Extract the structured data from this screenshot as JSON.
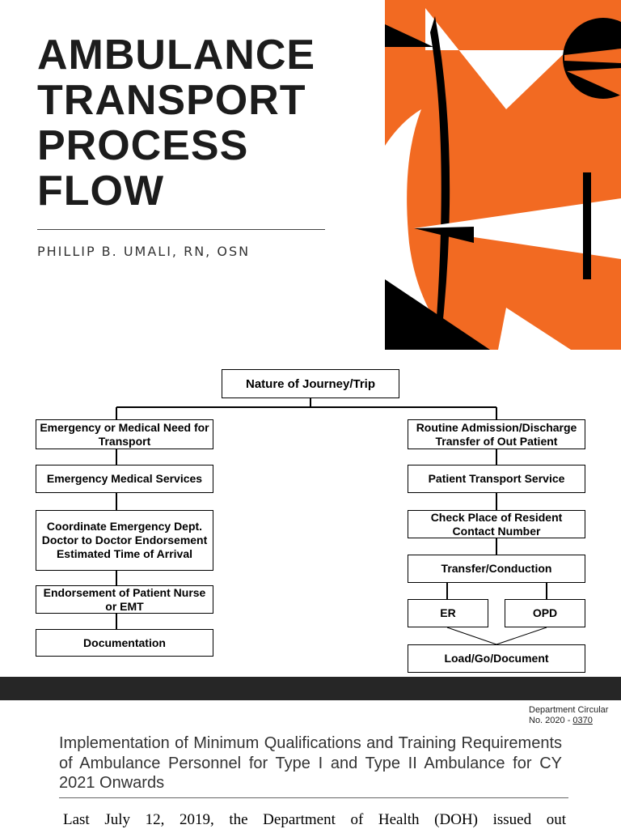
{
  "cover": {
    "title_lines": [
      "AMBULANCE",
      "TRANSPORT",
      "PROCESS",
      "FLOW"
    ],
    "author": "PHILLIP B. UMALI, RN, OSN"
  },
  "flowchart": {
    "root": "Nature of Journey/Trip",
    "left": [
      "Emergency or Medical Need for Transport",
      "Emergency Medical Services",
      "Coordinate Emergency Dept. Doctor to Doctor Endorsement Estimated Time of Arrival",
      "Endorsement of Patient Nurse or EMT",
      "Documentation"
    ],
    "right": [
      "Routine Admission/Discharge Transfer of Out Patient",
      "Patient Transport Service",
      "Check Place of Resident Contact Number",
      "Transfer/Conduction"
    ],
    "branch_er": "ER",
    "branch_opd": "OPD",
    "final": "Load/Go/Document"
  },
  "circular": {
    "label": "Department Circular",
    "number_prefix": "No. 2020 - ",
    "number": "0370"
  },
  "document": {
    "heading": "Implementation of Minimum Qualifications and Training Requirements of Ambulance Personnel for Type I and Type II Ambulance for CY 2021 Onwards",
    "body_start": "Last July 12, 2019, the Department of Health (DOH) issued out"
  },
  "colors": {
    "art_orange": "#f26a22",
    "band": "#262626"
  }
}
